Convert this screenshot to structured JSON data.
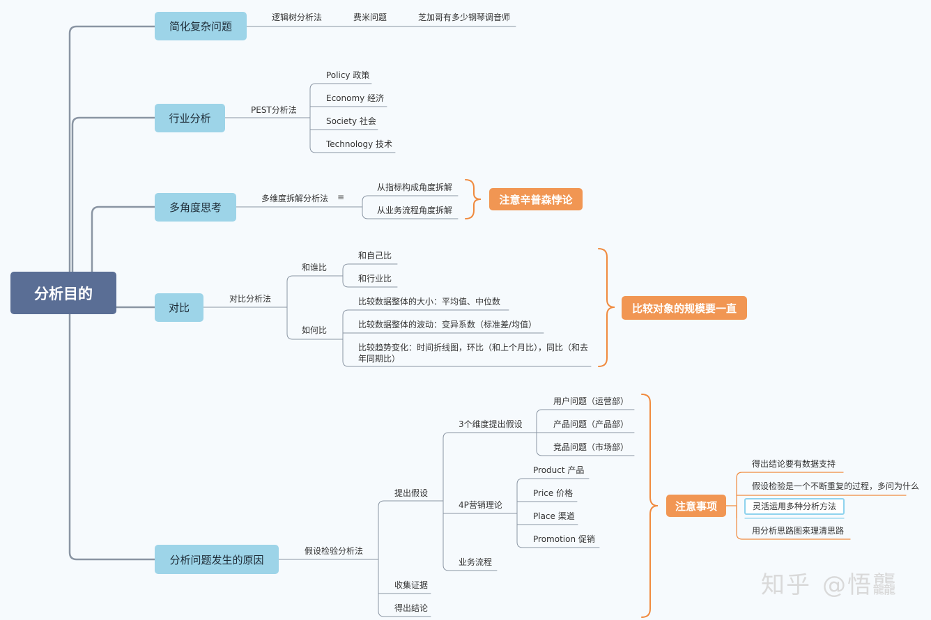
{
  "root": "分析目的",
  "branches": {
    "simplify": {
      "label": "简化复杂问题",
      "items": [
        "逻辑树分析法",
        "费米问题",
        "芝加哥有多少钢琴调音师"
      ]
    },
    "industry": {
      "label": "行业分析",
      "method": "PEST分析法",
      "items": [
        "Policy 政策",
        "Economy 经济",
        "Society 社会",
        "Technology 技术"
      ]
    },
    "multi": {
      "label": "多角度思考",
      "method": "多维度拆解分析法",
      "items": [
        "从指标构成角度拆解",
        "从业务流程角度拆解"
      ],
      "note": "注意辛普森悖论"
    },
    "compare": {
      "label": "对比",
      "method": "对比分析法",
      "with_whom": {
        "label": "和谁比",
        "items": [
          "和自己比",
          "和行业比"
        ]
      },
      "how": {
        "label": "如何比",
        "items": [
          "比较数据整体的大小：平均值、中位数",
          "比较数据整体的波动：变异系数（标准差/均值）",
          "比较趋势变化：时间折线图，环比（和上个月比），同比（和去年同期比）"
        ]
      },
      "note": "比较对象的规模要一直"
    },
    "cause": {
      "label": "分析问题发生的原因",
      "method": "假设检验分析法",
      "hypothesis": {
        "label": "提出假设",
        "dims": {
          "label": "3个维度提出假设",
          "items": [
            "用户问题（运营部）",
            "产品问题（产品部）",
            "竞品问题（市场部）"
          ]
        },
        "marketing": {
          "label": "4P营销理论",
          "items": [
            "Product 产品",
            "Price 价格",
            "Place 渠道",
            "Promotion 促销"
          ]
        },
        "process": "业务流程"
      },
      "evidence": "收集证据",
      "conclusion": "得出结论",
      "note": "注意事项",
      "note_items": [
        "得出结论要有数据支持",
        "假设检验是一个不断重复的过程，多问为什么",
        "灵活运用多种分析方法",
        "用分析思路图来理清思路"
      ]
    }
  },
  "watermark": {
    "site": "知乎",
    "user": "@悟龘"
  },
  "colors": {
    "root": "#5a6e95",
    "main": "#9dd4e8",
    "note": "#f19653",
    "line": "#8f98a3"
  }
}
